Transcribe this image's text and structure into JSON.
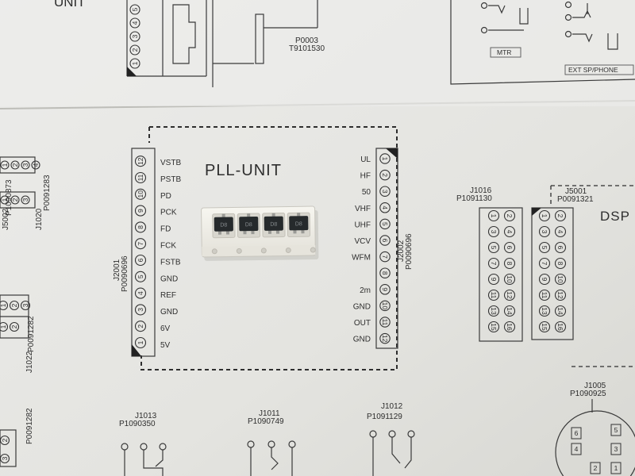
{
  "pll_unit": {
    "title": "PLL-UNIT",
    "left_connector": {
      "ref": "J2001",
      "part": "P0090696"
    },
    "right_connector": {
      "ref": "J2002",
      "part": "P0090696"
    },
    "left_signals": [
      "VSTB",
      "PSTB",
      "PD",
      "PCK",
      "FD",
      "FCK",
      "FSTB",
      "GND",
      "REF",
      "GND",
      "6V",
      "5V"
    ],
    "right_signals": [
      "UL",
      "HF",
      "50",
      "VHF",
      "UHF",
      "VCV",
      "WFM",
      "",
      "2m",
      "GND",
      "OUT",
      "GND"
    ]
  },
  "top": {
    "unit_label": "UNIT",
    "p0003_ref": "P0003",
    "p0003_part": "T9101530",
    "mtr_label": "MTR",
    "ext_label": "EXT SP/PHONE",
    "pins_5": [
      "1",
      "2",
      "3",
      "4",
      "5"
    ]
  },
  "left_side": {
    "j5002": "J5002",
    "p1090873": "P1090873",
    "j1020": "J1020",
    "p0091283": "P0091283",
    "j1022": "J1022",
    "p0091282": "P0091282",
    "p0091282_b": "P0091282"
  },
  "right_side": {
    "j1016": "J1016",
    "p1091130": "P1091130",
    "j5001": "J5001",
    "p0091321": "P0091321",
    "dsp": "DSP"
  },
  "bottom": {
    "j1013": "J1013",
    "p1090350": "P1090350",
    "j1011": "J1011",
    "p1090749": "P1090749",
    "j1012": "J1012",
    "p1091129": "P1091129",
    "j1005": "J1005",
    "p1090925": "P1090925"
  },
  "chips": [
    "D8",
    "D8",
    "D8",
    "D8"
  ],
  "colors": {
    "paper": "#e6e6e2",
    "ink": "#2e2e2e",
    "tape": "#f1f0ea",
    "chip": "#262a2c"
  }
}
